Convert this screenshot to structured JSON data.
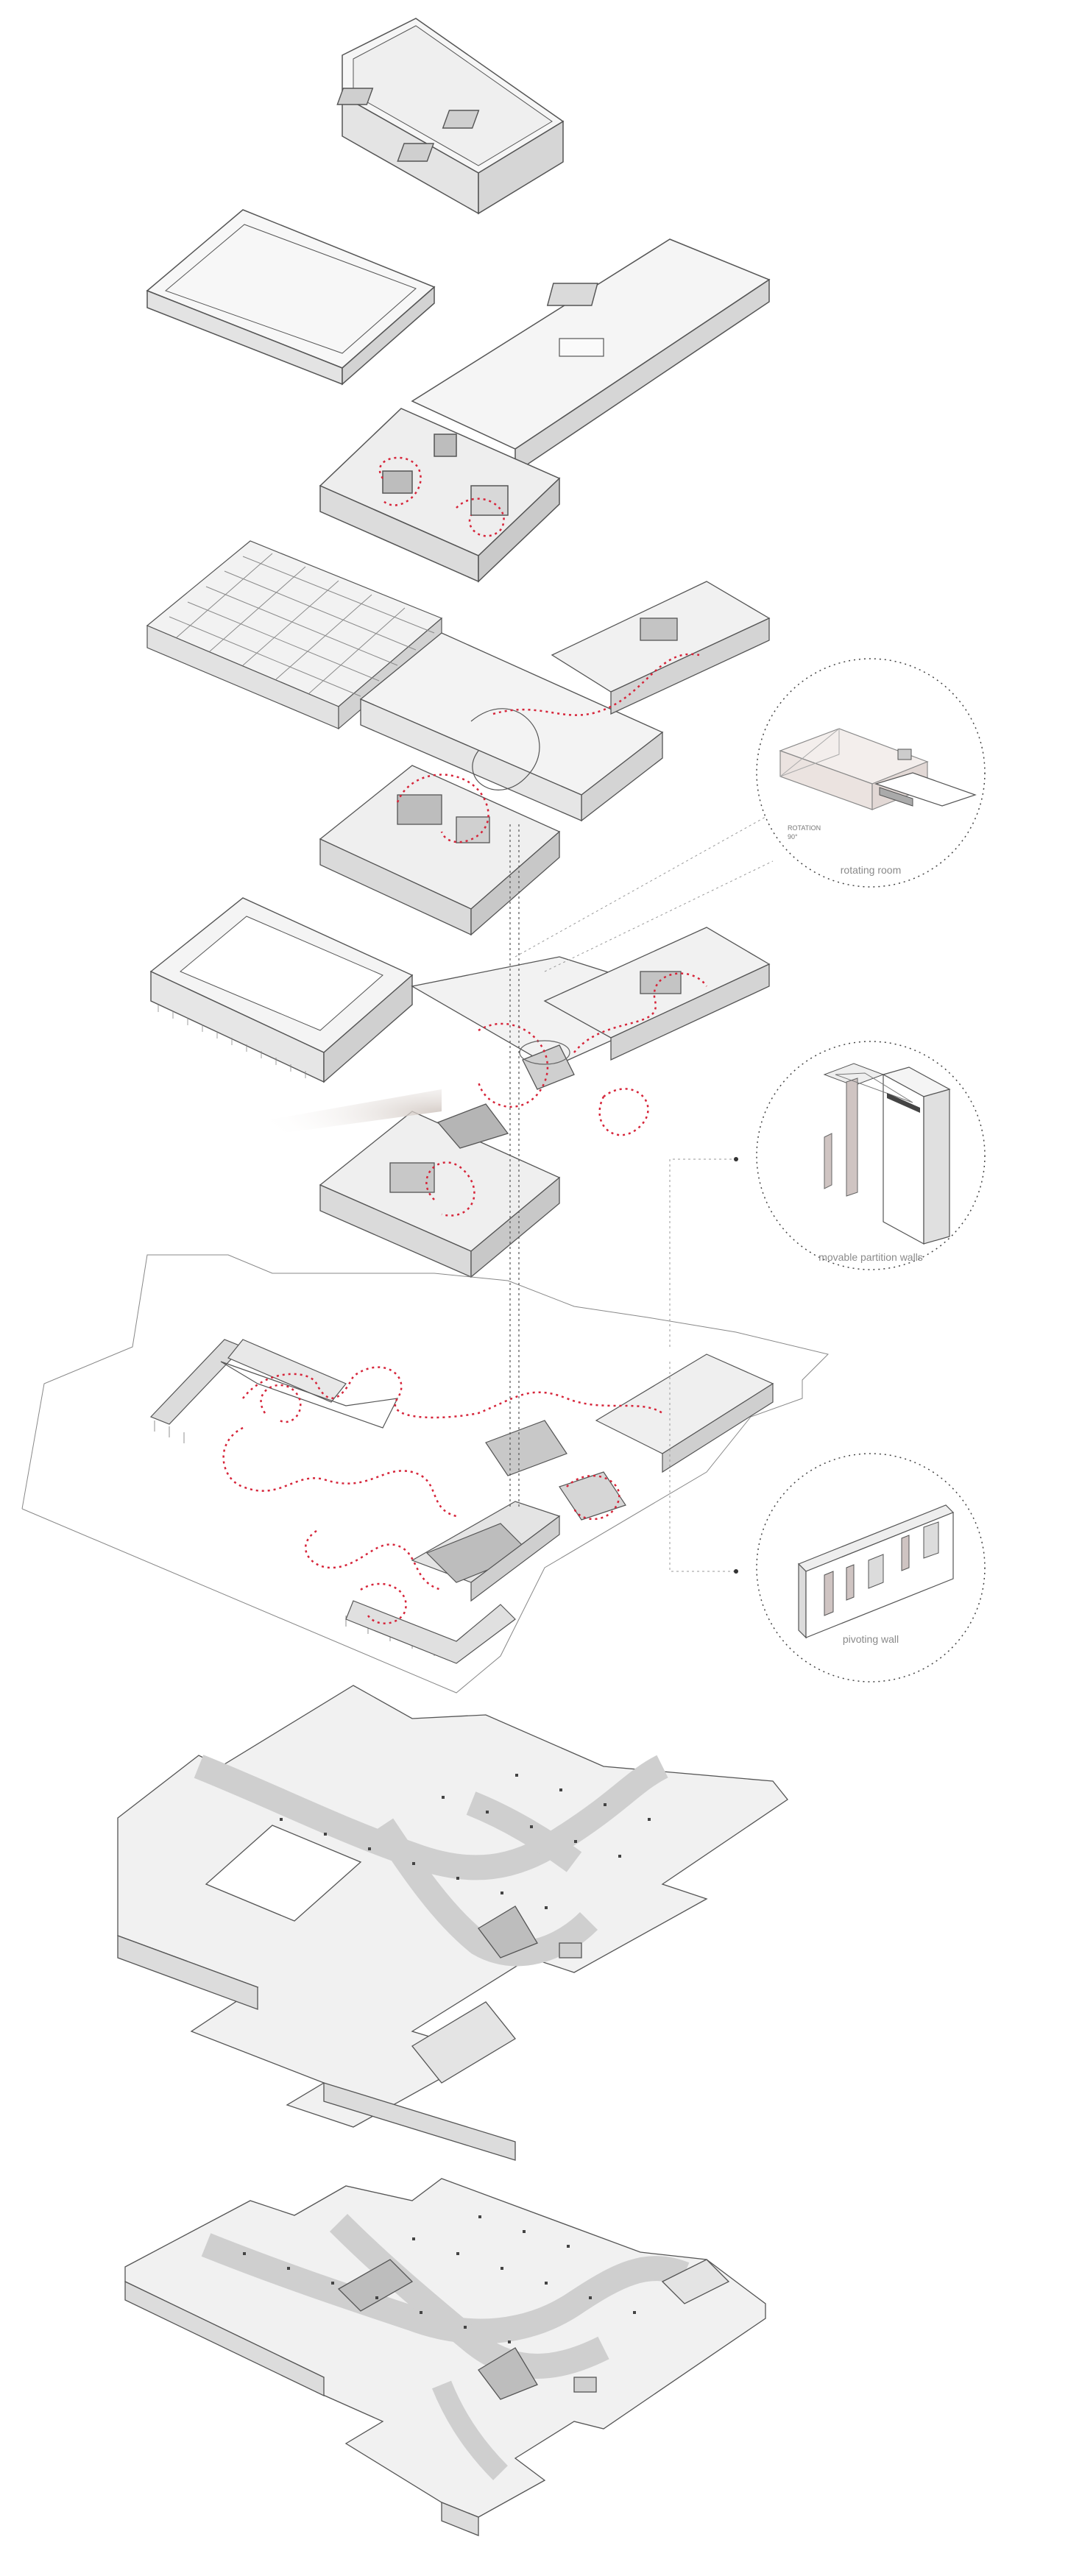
{
  "callouts": {
    "rotating_room": {
      "caption": "rotating room",
      "note_line1": "ROTATION",
      "note_line2": "90°"
    },
    "movable_partition": {
      "caption": "movable partition walls"
    },
    "pivoting_wall": {
      "caption": "pivoting wall"
    }
  },
  "colors": {
    "line": "#555555",
    "fill_top": "#f4f4f4",
    "fill_side": "#dcdcdc",
    "fill_dark": "#bdbdbd",
    "path_red": "#d6253a",
    "parking_lane": "#e2e2e2",
    "dotted_grey": "#666666"
  }
}
